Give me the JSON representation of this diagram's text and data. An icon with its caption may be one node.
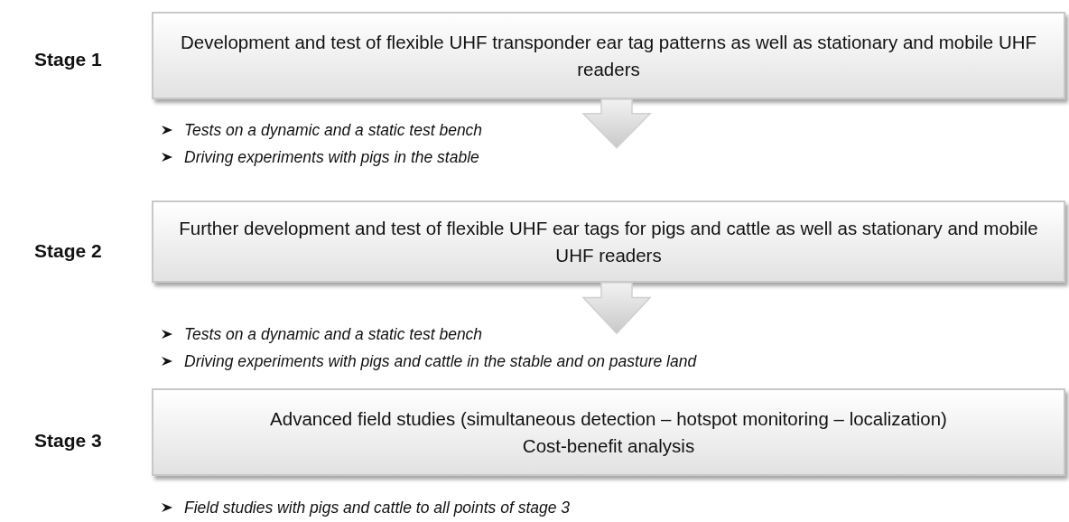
{
  "diagram": {
    "nodes": [
      {
        "text": [
          "Development and test of flexible UHF transponder ear tag patterns as well as stationary and mobile UHF readers"
        ],
        "beside": [
          "Stage 1"
        ]
      },
      {
        "text": [
          "Further development and test of flexible UHF ear tags for pigs and cattle as well as stationary and mobile UHF readers"
        ],
        "beside": [
          "Stage 2"
        ]
      },
      {
        "text": [
          "Advanced field studies (simultaneous detection – hotspot monitoring – localization)",
          "Cost-benefit analysis"
        ],
        "beside": [
          "Stage 3"
        ]
      }
    ],
    "edges": [
      {
        "from": 0,
        "to": 1,
        "arrow": "to",
        "style": "thick"
      },
      {
        "from": 1,
        "to": 2,
        "arrow": "to",
        "style": "thick"
      }
    ],
    "labels": [
      "Tests on a dynamic and a static test bench",
      "Driving experiments with pigs in the stable",
      "Tests on a dynamic and a static test bench",
      "Driving experiments with pigs and cattle in the stable and on pasture land",
      "Field studies with pigs and cattle to all points of stage 3"
    ]
  }
}
